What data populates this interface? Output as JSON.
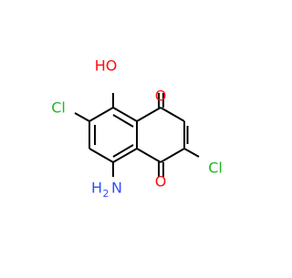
{
  "colors": {
    "bond": "#000000",
    "oxygen": "#ff0d0d",
    "chlorine": "#1fb81f",
    "nitrogen": "#3050f8"
  },
  "atoms": {
    "o_carbonyl_top": "O",
    "o_carbonyl_bottom": "O",
    "hydroxyl": "HO",
    "cl_left": "Cl",
    "cl_right": "Cl",
    "amino_h": "H",
    "amino_sub": "2",
    "amino_n": "N"
  }
}
